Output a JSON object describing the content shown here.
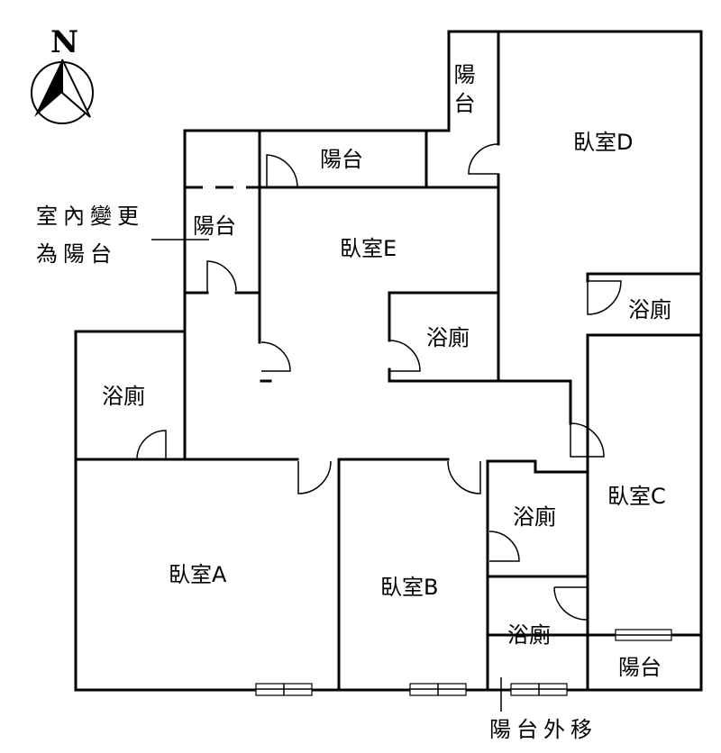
{
  "compass": {
    "label": "N"
  },
  "rooms": {
    "bedroom_a": "臥室A",
    "bedroom_b": "臥室B",
    "bedroom_c": "臥室C",
    "bedroom_d": "臥室D",
    "bedroom_e": "臥室E",
    "bath_left": "浴廁",
    "bath_e": "浴廁",
    "bath_d": "浴廁",
    "bath_mid": "浴廁",
    "bath_lower": "浴廁",
    "balcony_top_vertical": "陽台",
    "balcony_top": "陽台",
    "balcony_left": "陽台",
    "balcony_bottom_right": "陽台"
  },
  "notes": {
    "converted_line1": "室內變更",
    "converted_line2": "為陽台",
    "relocated": "陽台外移"
  }
}
